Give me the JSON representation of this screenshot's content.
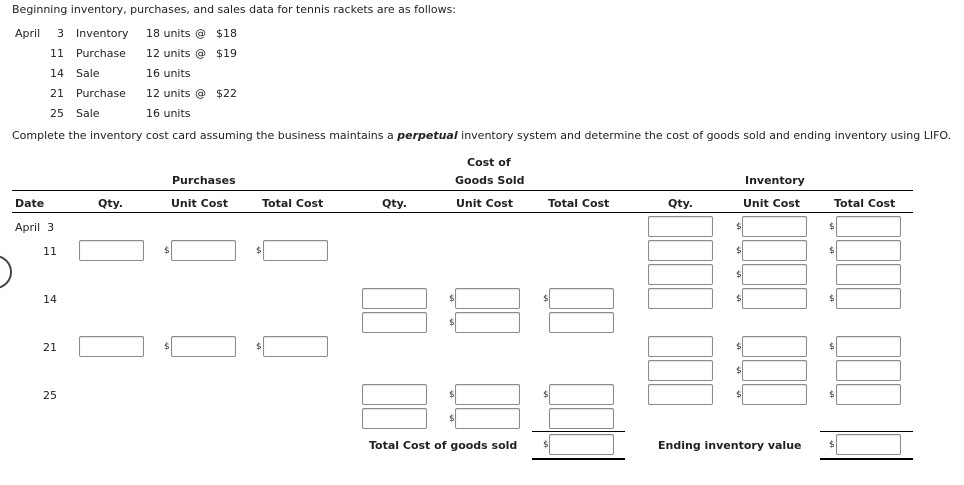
{
  "intro": "Beginning inventory, purchases, and sales data for tennis rackets are as follows:",
  "data_rows": [
    {
      "month": "April",
      "day": "3",
      "type": "Inventory",
      "qty": "18 units",
      "at": "@",
      "cost": "$18"
    },
    {
      "month": "",
      "day": "11",
      "type": "Purchase",
      "qty": "12 units",
      "at": "@",
      "cost": "$19"
    },
    {
      "month": "",
      "day": "14",
      "type": "Sale",
      "qty": "16 units",
      "at": "",
      "cost": ""
    },
    {
      "month": "",
      "day": "21",
      "type": "Purchase",
      "qty": "12 units",
      "at": "@",
      "cost": "$22"
    },
    {
      "month": "",
      "day": "25",
      "type": "Sale",
      "qty": "16 units",
      "at": "",
      "cost": ""
    }
  ],
  "instruction": {
    "before": "Complete the inventory cost card assuming the business maintains a ",
    "emph": "perpetual",
    "after": " inventory system and determine the cost of goods sold and ending inventory using LIFO."
  },
  "table": {
    "groups": {
      "purchases": "Purchases",
      "cogs_line1": "Cost of",
      "cogs_line2": "Goods Sold",
      "inventory": "Inventory"
    },
    "columns": {
      "date": "Date",
      "qty": "Qty.",
      "unit_cost": "Unit Cost",
      "total_cost": "Total Cost"
    },
    "rows": [
      {
        "date": "April  3"
      },
      {
        "date": "11"
      },
      {
        "date": "14"
      },
      {
        "date": "21"
      },
      {
        "date": "25"
      }
    ],
    "currency_symbol": "$",
    "total_cogs_label": "Total Cost of goods sold",
    "ending_inventory_label": "Ending inventory value"
  }
}
